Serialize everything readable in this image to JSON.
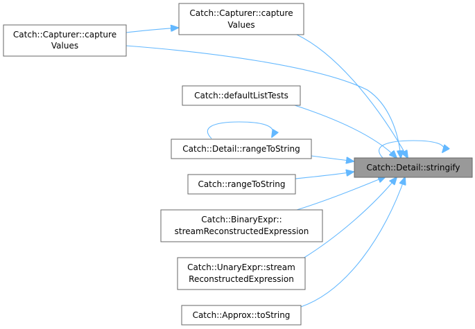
{
  "nodes": {
    "stringify": {
      "lines": [
        "Catch::Detail::stringify"
      ],
      "focus": true
    },
    "capture_values_1": {
      "lines": [
        "Catch::Capturer::capture",
        "Values"
      ]
    },
    "capture_values_2": {
      "lines": [
        "Catch::Capturer::capture",
        "Values"
      ]
    },
    "default_list_tests": {
      "lines": [
        "Catch::defaultListTests"
      ]
    },
    "detail_range_to_string": {
      "lines": [
        "Catch::Detail::rangeToString"
      ]
    },
    "range_to_string": {
      "lines": [
        "Catch::rangeToString"
      ]
    },
    "binary_expr": {
      "lines": [
        "Catch::BinaryExpr::",
        "streamReconstructedExpression"
      ]
    },
    "unary_expr": {
      "lines": [
        "Catch::UnaryExpr::stream",
        "ReconstructedExpression"
      ]
    },
    "approx_to_string": {
      "lines": [
        "Catch::Approx::toString"
      ]
    }
  },
  "colors": {
    "edge": "#63b8ff",
    "node_border": "#666666",
    "focus_fill": "#999999"
  }
}
